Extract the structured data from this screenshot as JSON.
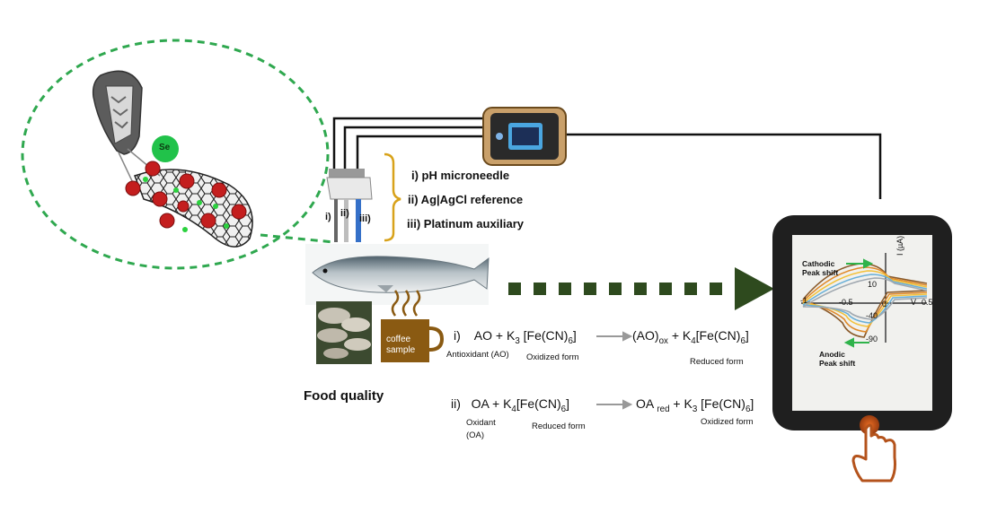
{
  "bubble": {
    "se_label": "Se"
  },
  "electrode_labels": {
    "i": "i) pH microneedle",
    "ii": "ii) Ag|AgCl reference",
    "iii": "iii) Platinum auxiliary"
  },
  "probe_markers": [
    "i)",
    "ii)",
    "iii)"
  ],
  "food": {
    "title": "Food quality",
    "coffee_label": "coffee\nsample"
  },
  "reaction1": {
    "num": "i)",
    "lhs_a": "AO + K",
    "lhs_a_sub": "3",
    "lhs_b": "[Fe(CN)",
    "lhs_b_sub": "6",
    "lhs_b_end": "]",
    "rhs_a": "(AO)",
    "rhs_a_sub": "ox",
    "rhs_b": "+ K",
    "rhs_b_sub": "4",
    "rhs_c": "[Fe(CN)",
    "rhs_c_sub": "6",
    "rhs_c_end": "]",
    "note_ao": "Antioxidant (AO)",
    "note_ox": "Oxidized form",
    "note_red": "Reduced form"
  },
  "reaction2": {
    "num": "ii)",
    "lhs_a": "OA + K",
    "lhs_a_sub": "4",
    "lhs_b": "[Fe(CN)",
    "lhs_b_sub": "6",
    "lhs_b_end": "]",
    "rhs_a": "OA",
    "rhs_a_sub": "red",
    "rhs_b": "+ K",
    "rhs_b_sub": "3",
    "rhs_c": "[Fe(CN)",
    "rhs_c_sub": "6",
    "rhs_c_end": "]",
    "note_oa1": "Oxidant",
    "note_oa2": "(OA)",
    "note_red": "Reduced form",
    "note_ox": "Oxidized form"
  },
  "plot": {
    "cathodic": "Cathodic\nPeak shift",
    "anodic": "Anodic\nPeak shift",
    "ylabel": "I (µA)",
    "xunit": "V",
    "xticks": [
      "-1",
      "-0.5",
      "0",
      "0.5"
    ],
    "yticks": [
      "10",
      "-40",
      "-90"
    ]
  },
  "colors": {
    "bubble_border": "#2fa84f",
    "arrow": "#2e4a1e",
    "bracket": "#d8a21a",
    "coffee": "#8a5a12",
    "hand": "#b4531c",
    "tablet": "#1f1f1f"
  }
}
